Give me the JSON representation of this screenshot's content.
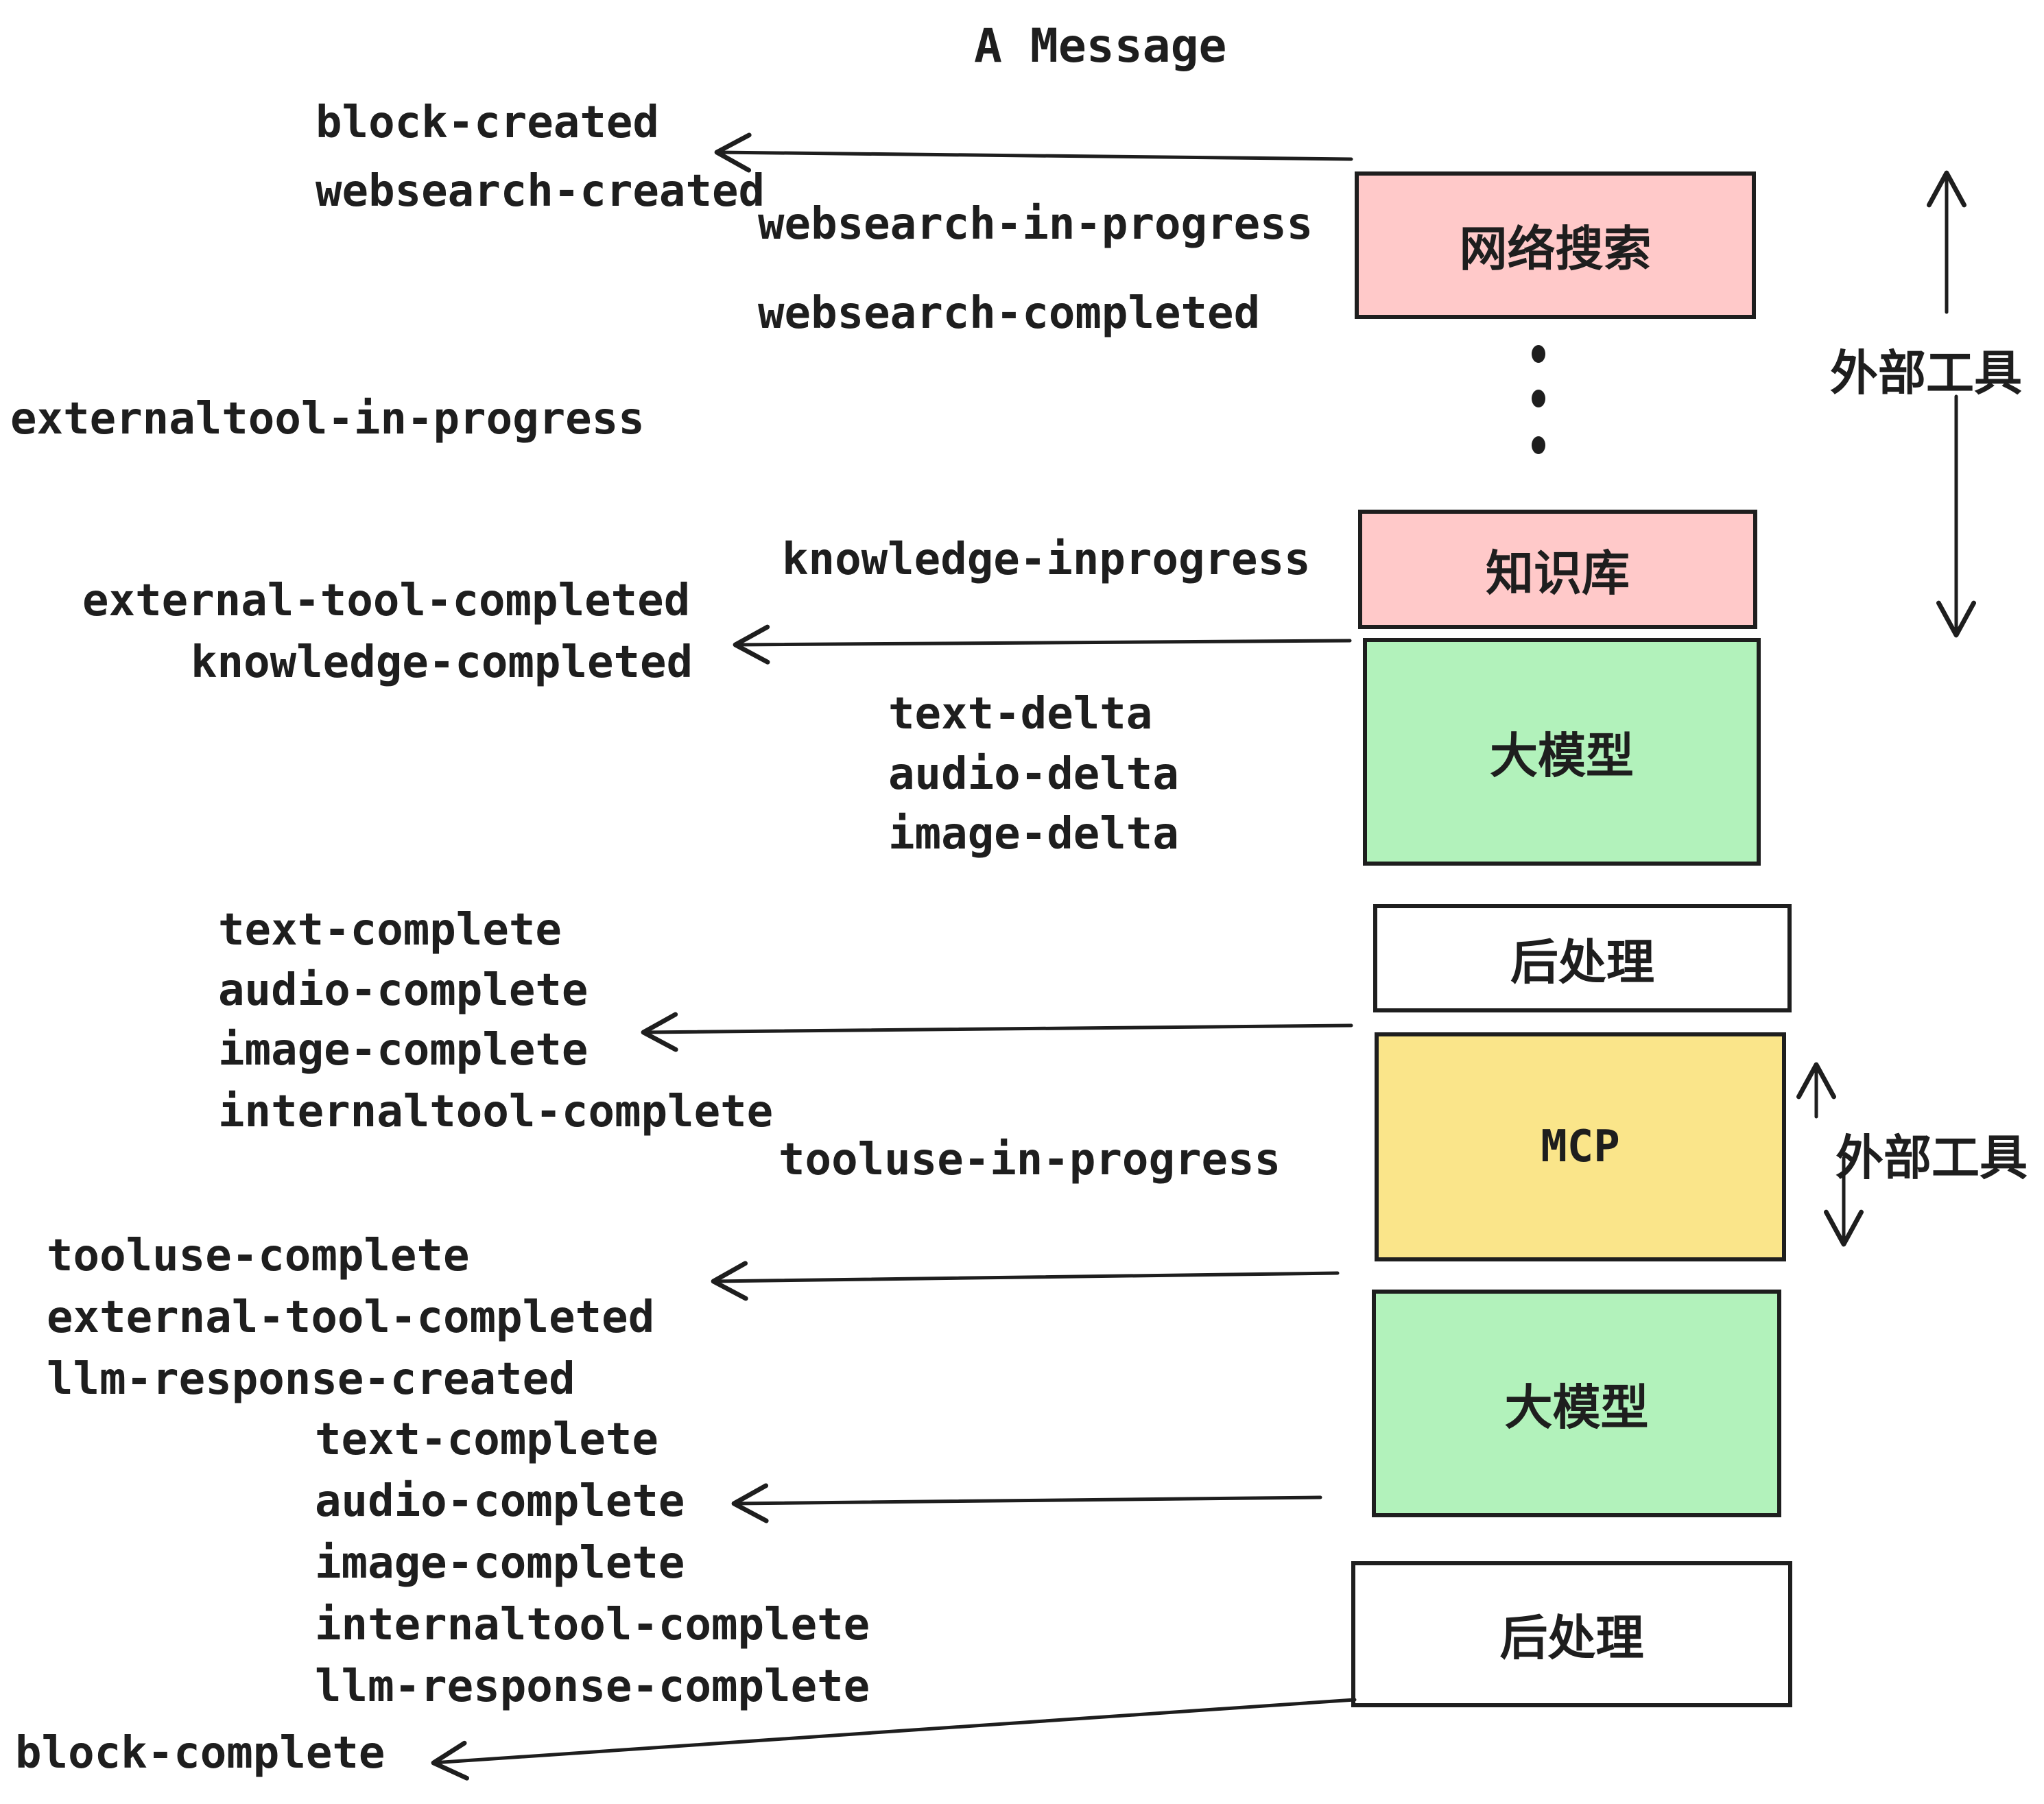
{
  "title": "A Message",
  "events": [
    {
      "text": "block-created"
    },
    {
      "text": "websearch-created"
    },
    {
      "text": "websearch-in-progress"
    },
    {
      "text": "websearch-completed"
    },
    {
      "text": "externaltool-in-progress"
    },
    {
      "text": "knowledge-inprogress"
    },
    {
      "text": "external-tool-completed"
    },
    {
      "text": "knowledge-completed"
    },
    {
      "text": "text-delta"
    },
    {
      "text": "audio-delta"
    },
    {
      "text": "image-delta"
    },
    {
      "text": "text-complete"
    },
    {
      "text": "audio-complete"
    },
    {
      "text": "image-complete"
    },
    {
      "text": "internaltool-complete"
    },
    {
      "text": "tooluse-in-progress"
    },
    {
      "text": "tooluse-complete"
    },
    {
      "text": "external-tool-completed"
    },
    {
      "text": "llm-response-created"
    },
    {
      "text": "text-complete"
    },
    {
      "text": "audio-complete"
    },
    {
      "text": "image-complete"
    },
    {
      "text": "internaltool-complete"
    },
    {
      "text": "llm-response-complete"
    },
    {
      "text": "block-complete"
    }
  ],
  "boxes": {
    "websearch": {
      "label": "网络搜索",
      "color": "#ffc9c9"
    },
    "knowledge": {
      "label": "知识库",
      "color": "#ffc9c9"
    },
    "llm_top": {
      "label": "大模型",
      "color": "#b2f2bb"
    },
    "post_top": {
      "label": "后处理",
      "color": "#ffffff"
    },
    "mcp": {
      "label": "MCP",
      "color": "#fae58a"
    },
    "llm_bottom": {
      "label": "大模型",
      "color": "#b2f2bb"
    },
    "post_bottom": {
      "label": "后处理",
      "color": "#ffffff"
    }
  },
  "annotations": {
    "external_tools_upper": "外部工具",
    "external_tools_lower": "外部工具"
  },
  "colors": {
    "pink": "#ffc9c9",
    "green": "#b2f2bb",
    "yellow": "#fae58a",
    "ink": "#1e1e1e",
    "white": "#ffffff"
  }
}
